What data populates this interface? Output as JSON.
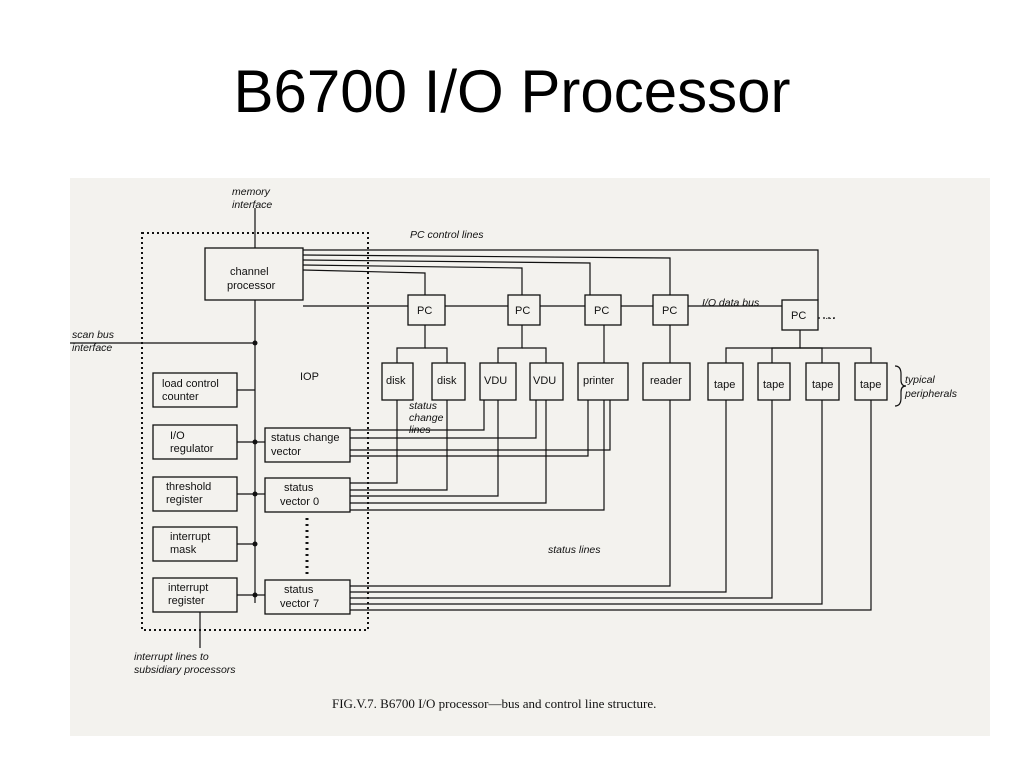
{
  "title": "B6700 I/O Processor",
  "diagram": {
    "annotations": {
      "memory_interface_1": "memory",
      "memory_interface_2": "interface",
      "pc_control_lines": "PC control lines",
      "scan_bus_1": "scan bus",
      "scan_bus_2": "interface",
      "io_data_bus": "I/O data bus",
      "status_change_1": "status",
      "status_change_2": "change",
      "status_change_3": "lines",
      "status_lines": "status lines",
      "typical_1": "typical",
      "typical_2": "peripherals",
      "interrupt_lines_1": "interrupt lines to",
      "interrupt_lines_2": "subsidiary processors",
      "iop": "IOP",
      "pc_dots": "···"
    },
    "blocks": {
      "channel_processor": [
        "channel",
        "processor"
      ],
      "load_control": [
        "load control",
        "counter"
      ],
      "io_regulator": [
        "I/O",
        "regulator"
      ],
      "threshold": [
        "threshold",
        "register"
      ],
      "interrupt_mask": [
        "interrupt",
        "mask"
      ],
      "interrupt_register": [
        "interrupt",
        "register"
      ],
      "status_change_vector": [
        "status change",
        "vector"
      ],
      "status_vector_0": [
        "status",
        "vector  0"
      ],
      "status_vector_7": [
        "status",
        "vector 7"
      ]
    },
    "pc_label": "PC",
    "peripherals": [
      "disk",
      "disk",
      "VDU",
      "VDU",
      "printer",
      "reader",
      "tape",
      "tape",
      "tape",
      "tape"
    ],
    "caption": "FIG.V.7.  B6700 I/O processor—bus and control line structure."
  }
}
